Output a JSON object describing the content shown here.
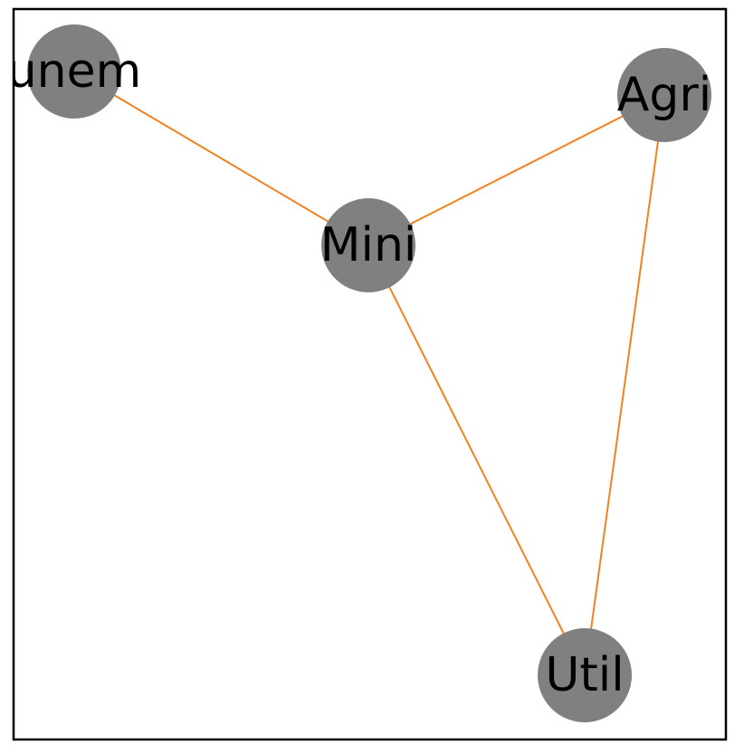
{
  "graph": {
    "node_color": "#808080",
    "edge_color": "#f28220",
    "frame_color": "#000000",
    "background_color": "#ffffff",
    "nodes": [
      {
        "id": "unem",
        "label": "unem"
      },
      {
        "id": "agri",
        "label": "Agri"
      },
      {
        "id": "mini",
        "label": "Mini"
      },
      {
        "id": "util",
        "label": "Util"
      }
    ],
    "edges": [
      {
        "source": "unem",
        "target": "mini"
      },
      {
        "source": "mini",
        "target": "agri"
      },
      {
        "source": "mini",
        "target": "util"
      },
      {
        "source": "agri",
        "target": "util"
      }
    ]
  }
}
